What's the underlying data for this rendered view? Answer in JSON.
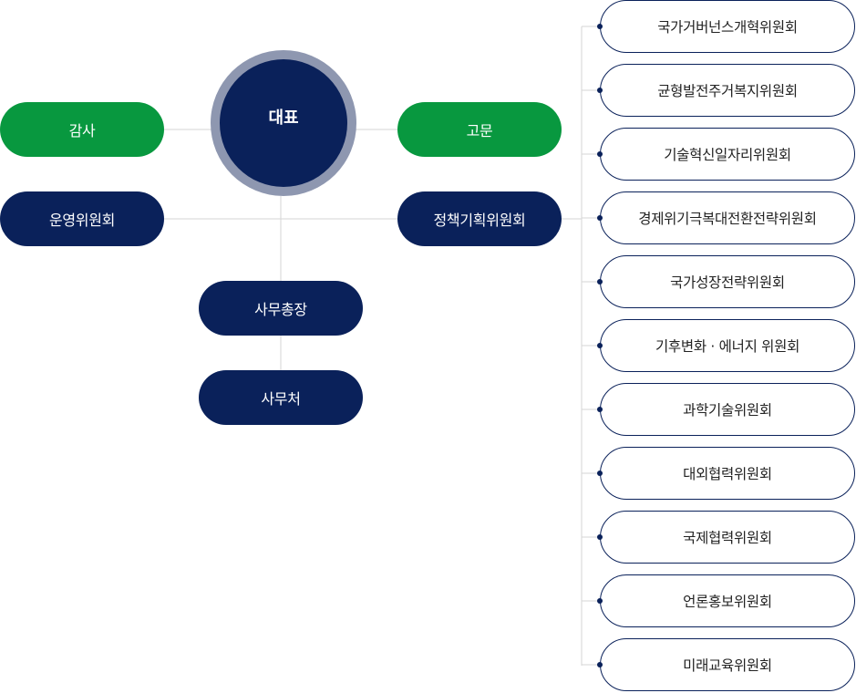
{
  "ceo": "대표",
  "audit": "감사",
  "advisor": "고문",
  "steering_committee": "운영위원회",
  "policy_committee": "정책기획위원회",
  "secretary_general": "사무총장",
  "secretariat": "사무처",
  "committees": [
    "국가거버넌스개혁위원회",
    "균형발전주거복지위원회",
    "기술혁신일자리위원회",
    "경제위기극복대전환전략위원회",
    "국가성장전략위원회",
    "기후변화 · 에너지 위원회",
    "과학기술위원회",
    "대외협력위원회",
    "국제협력위원회",
    "언론홍보위원회",
    "미래교육위원회"
  ],
  "colors": {
    "navy": "#0a215a",
    "green": "#08983f",
    "ring": "#8e97b0",
    "line": "#d5d5d5"
  }
}
